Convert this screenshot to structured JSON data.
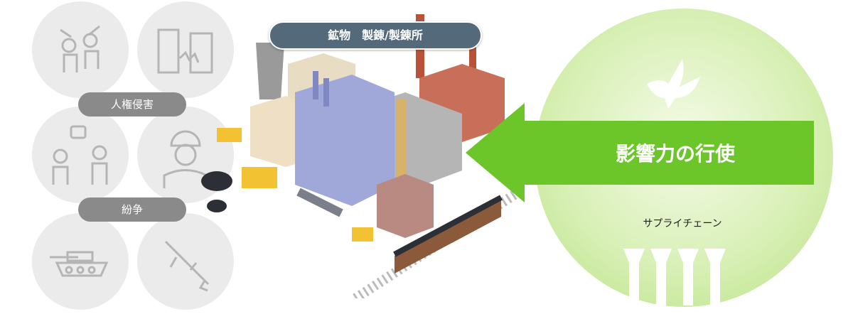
{
  "header": {
    "title": "鉱物　製錬/製錬所"
  },
  "left": {
    "human_rights_label": "人権侵害",
    "conflict_label": "紛争"
  },
  "right": {
    "influence_label": "影響力の行使",
    "supply_chain_label": "サプライチェーン"
  },
  "colors": {
    "title_pill": "#546a7b",
    "gray_pill": "#8a8a8a",
    "arrow_green": "#6cc62a",
    "circle_gray": "#ebebeb"
  }
}
